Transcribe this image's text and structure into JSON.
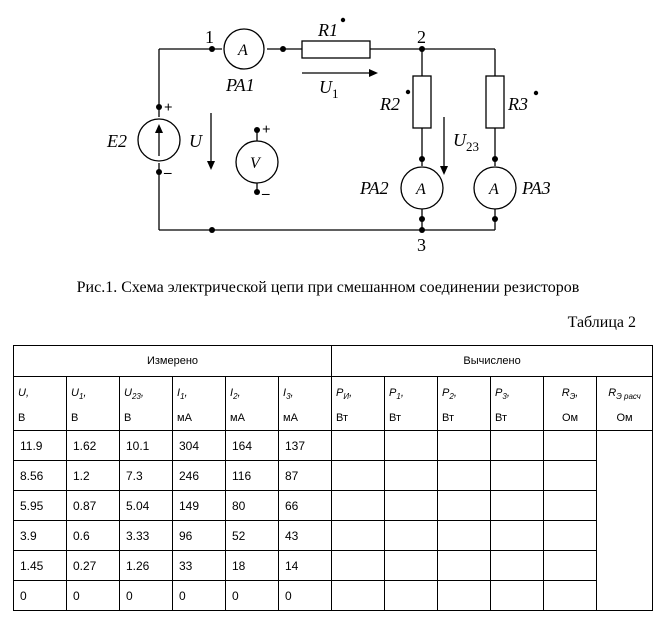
{
  "circuit": {
    "nodes": [
      "1",
      "2",
      "3"
    ],
    "source": "E2",
    "ammeters": [
      "PA1",
      "PA2",
      "PA3"
    ],
    "meter_letter_ammeter": "A",
    "meter_letter_voltmeter": "V",
    "resistors": [
      "R1",
      "R2",
      "R3"
    ],
    "voltages": {
      "U": "U",
      "U1": "U",
      "U1_sub": "1",
      "U23": "U",
      "U23_sub": "23"
    },
    "plus": "+",
    "minus": "–"
  },
  "caption": "Рис.1. Схема электрической цепи при смешанном соединении резисторов",
  "table_title": "Таблица 2",
  "table": {
    "group_measured": "Измерено",
    "group_calculated": "Вычислено",
    "measured_headers": [
      {
        "sym": "U,",
        "sub": "",
        "unit": "В"
      },
      {
        "sym": "U",
        "sub": "1",
        "unit": "В"
      },
      {
        "sym": "U",
        "sub": "23",
        "unit": "В"
      },
      {
        "sym": "I",
        "sub": "1",
        "unit": "мА"
      },
      {
        "sym": "I",
        "sub": "2",
        "unit": "мА"
      },
      {
        "sym": "I",
        "sub": "3",
        "unit": "мА"
      }
    ],
    "calculated_headers": [
      {
        "sym": "P",
        "sub": "И",
        "unit": "Вт"
      },
      {
        "sym": "P",
        "sub": "1",
        "unit": "Вт"
      },
      {
        "sym": "P",
        "sub": "2",
        "unit": "Вт"
      },
      {
        "sym": "P",
        "sub": "3",
        "unit": "Вт"
      },
      {
        "sym": "R",
        "sub": "Э",
        "unit": "Ом"
      },
      {
        "sym": "R",
        "sub": "Э расч",
        "unit": "Ом"
      }
    ],
    "rows": [
      [
        "11.9",
        "1.62",
        "10.1",
        "304",
        "164",
        "137"
      ],
      [
        "8.56",
        "1.2",
        "7.3",
        "246",
        "116",
        "87"
      ],
      [
        "5.95",
        "0.87",
        "5.04",
        "149",
        "80",
        "66"
      ],
      [
        "3.9",
        "0.6",
        "3.33",
        "96",
        "52",
        "43"
      ],
      [
        "1.45",
        "0.27",
        "1.26",
        "33",
        "18",
        "14"
      ],
      [
        "0",
        "0",
        "0",
        "0",
        "0",
        "0"
      ]
    ]
  }
}
